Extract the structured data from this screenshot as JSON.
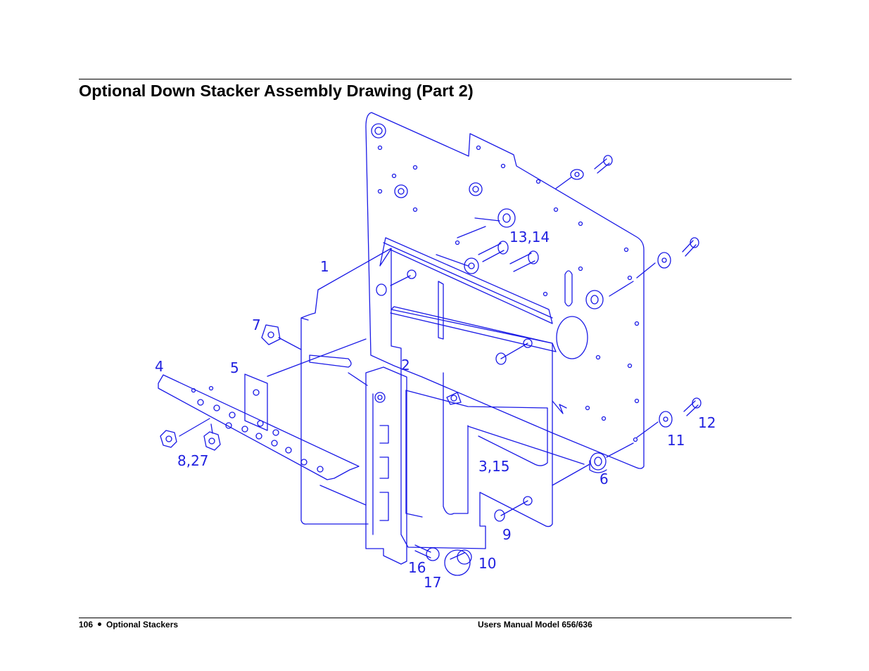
{
  "document": {
    "title": "Optional Down Stacker Assembly Drawing (Part 2)",
    "footer_left_page": "106",
    "footer_left_section": "Optional Stackers",
    "footer_right": "Users Manual Model 656/636"
  },
  "drawing": {
    "line_color": "#1a1ae6",
    "callouts": [
      {
        "id": "c1",
        "text": "1"
      },
      {
        "id": "c2",
        "text": "2"
      },
      {
        "id": "c3_15",
        "text": "3,15"
      },
      {
        "id": "c4",
        "text": "4"
      },
      {
        "id": "c5",
        "text": "5"
      },
      {
        "id": "c6",
        "text": "6"
      },
      {
        "id": "c7",
        "text": "7"
      },
      {
        "id": "c8_27",
        "text": "8,27"
      },
      {
        "id": "c9",
        "text": "9"
      },
      {
        "id": "c10",
        "text": "10"
      },
      {
        "id": "c11",
        "text": "11"
      },
      {
        "id": "c12",
        "text": "12"
      },
      {
        "id": "c13_14",
        "text": "13,14"
      },
      {
        "id": "c16",
        "text": "16"
      },
      {
        "id": "c17",
        "text": "17"
      }
    ]
  }
}
